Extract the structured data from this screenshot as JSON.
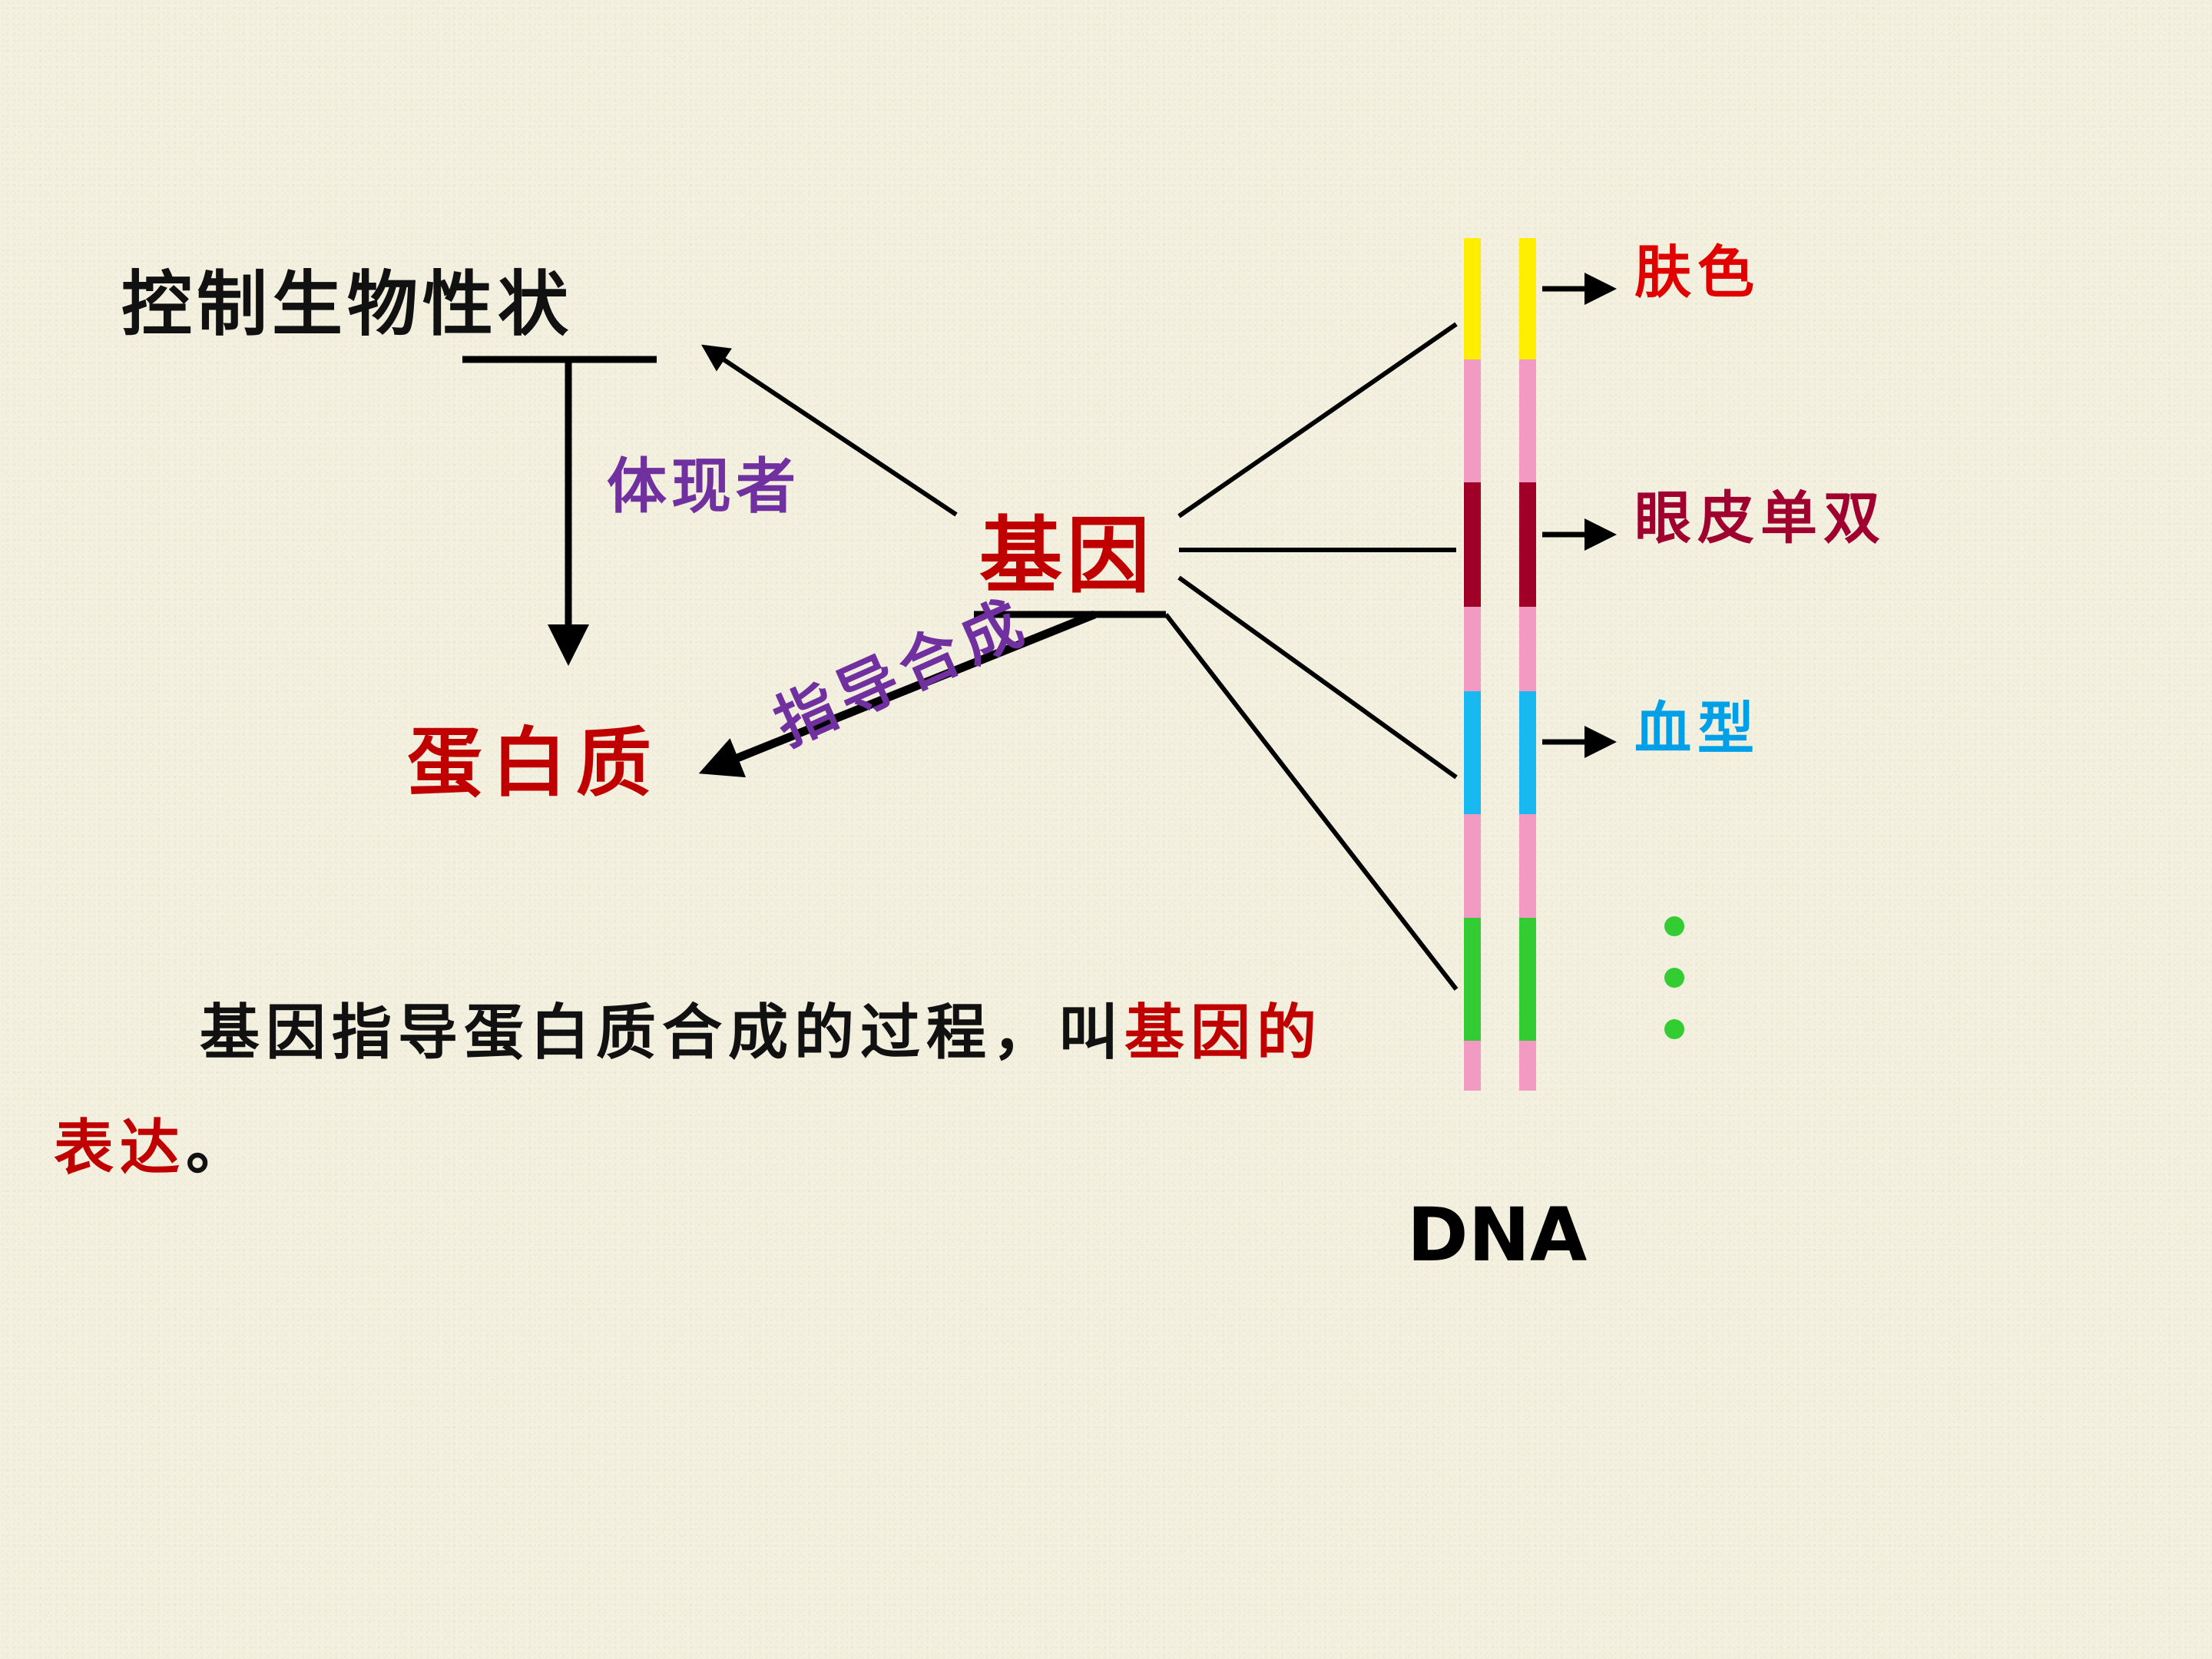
{
  "diagram": {
    "control_traits": "控制生物性状",
    "protein": "蛋白质",
    "gene": "基因",
    "embodied_by": "体现者",
    "guides_synthesis": "指导合成",
    "dna_label": "DNA",
    "traits": [
      {
        "label": "肤色",
        "color": "#e00000"
      },
      {
        "label": "眼皮单双",
        "color": "#a00030"
      },
      {
        "label": "血型",
        "color": "#00a0e8"
      }
    ],
    "ellipsis": "⋮",
    "dna_segment_colors": [
      "#ffee00",
      "#f39ac3",
      "#a00028",
      "#f39ac3",
      "#18b8f0",
      "#f39ac3",
      "#33cc33",
      "#f39ac3"
    ]
  },
  "summary": {
    "text": "基因指导蛋白质合成的过程，叫",
    "highlight": "基因的表达",
    "end": "。"
  }
}
